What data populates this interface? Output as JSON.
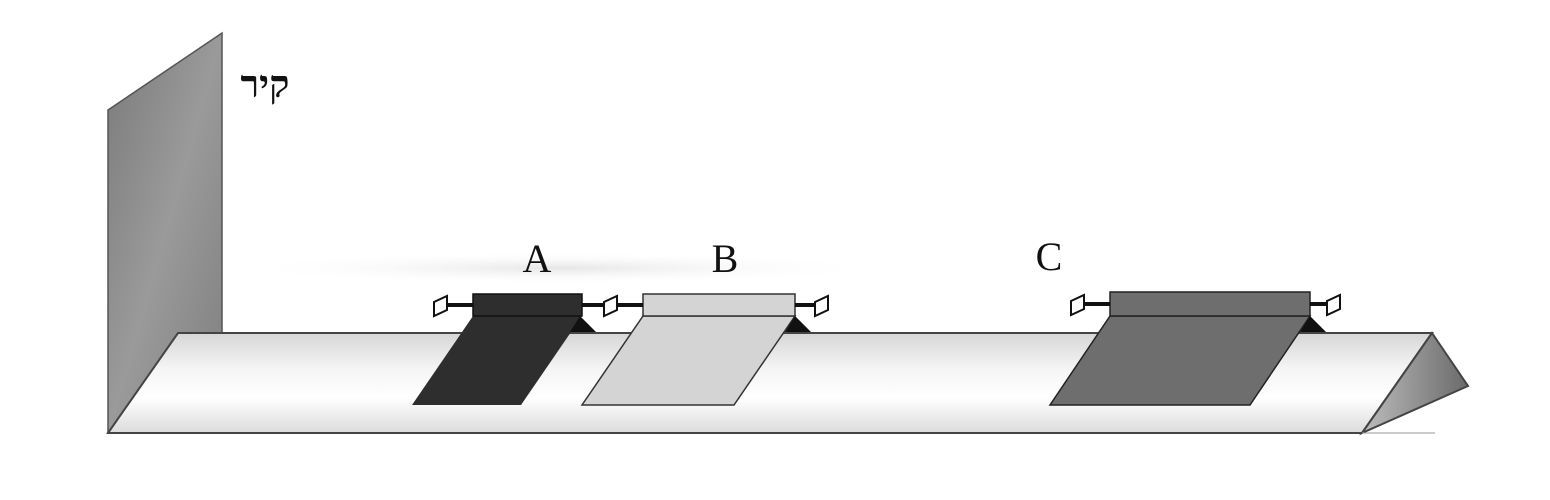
{
  "wall": {
    "label": "קיר"
  },
  "carts": [
    {
      "label": "A",
      "color": "#2e2e2e"
    },
    {
      "label": "B",
      "color": "#d4d4d4"
    },
    {
      "label": "C",
      "color": "#6e6e6e"
    }
  ],
  "colors": {
    "wall": "#8c8c8c",
    "track_top": "#eeeeee",
    "outline": "#222222"
  }
}
